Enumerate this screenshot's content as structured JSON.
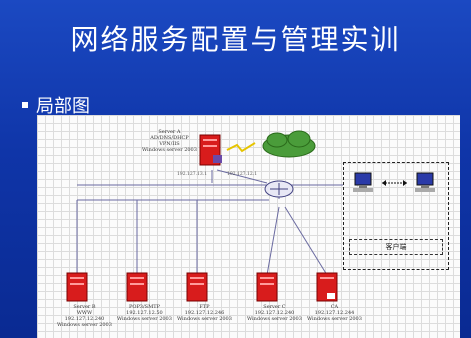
{
  "slide": {
    "title": "网络服务配置与管理实训",
    "bullet": "局部图"
  },
  "diagram": {
    "server_a": {
      "lines": [
        "Server A",
        "AD/DNS/DHCP",
        "VPN/IIS",
        "Windows server 2003"
      ],
      "ip1": "192.127.13.1",
      "ip2": "192.127.12.1"
    },
    "servers": [
      {
        "lines": [
          "Server B",
          "WWW",
          "192.127.12.240",
          "Windows server 2003"
        ]
      },
      {
        "lines": [
          "POP3/SMTP",
          "192.127.12.50",
          "Windows server 2003"
        ]
      },
      {
        "lines": [
          "FTP",
          "192.127.12.246",
          "Windows server 2003"
        ]
      },
      {
        "lines": [
          "Server C",
          "192.127.12.240",
          "Windows server 2003"
        ]
      },
      {
        "lines": [
          "CA",
          "192.127.12.244",
          "Windows server 2003"
        ]
      }
    ],
    "client_label": "客户端"
  },
  "colors": {
    "server_red": "#d81c1c",
    "cloud_green": "#3a8c2a",
    "slide_blue": "#1340b0"
  }
}
